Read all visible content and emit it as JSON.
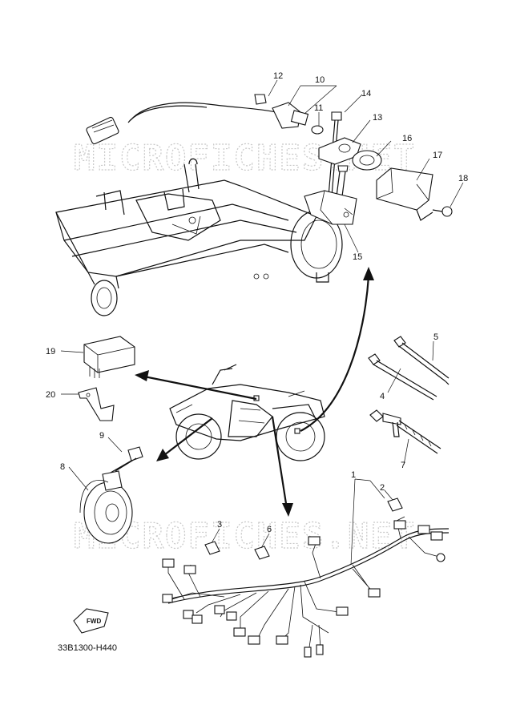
{
  "watermark": "MICROFICHES.NET",
  "diagram_code": "33B1300-H440",
  "fwd_label": "FWD",
  "callouts": [
    "1",
    "2",
    "3",
    "4",
    "5",
    "6",
    "7",
    "8",
    "9",
    "10",
    "11",
    "12",
    "13",
    "14",
    "15",
    "16",
    "17",
    "18",
    "19",
    "20"
  ]
}
